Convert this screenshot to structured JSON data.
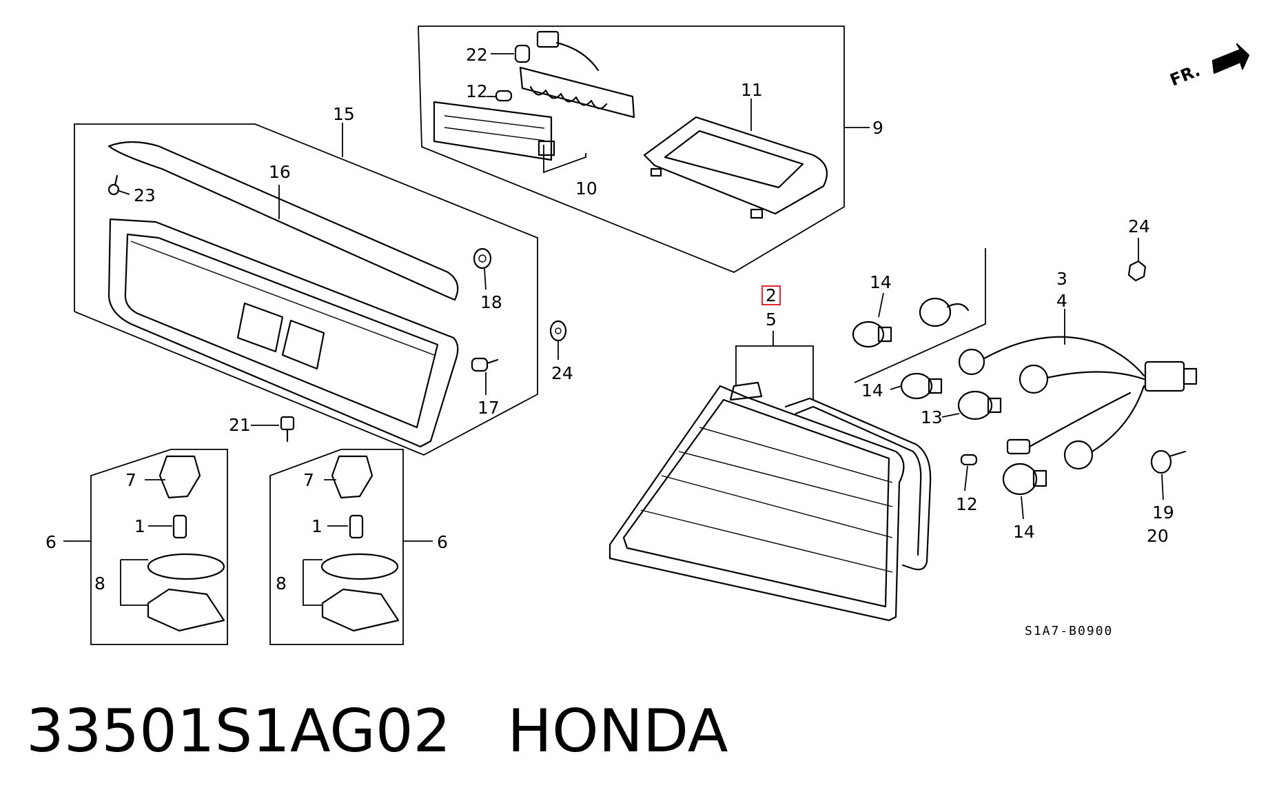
{
  "caption": {
    "part_number": "33501S1AG02",
    "brand": "HONDA"
  },
  "diagram_code": "S1A7-B0900",
  "direction_label": "FR.",
  "highlight_color": "#e0282e",
  "callouts": {
    "c1a": "1",
    "c1b": "1",
    "c2": "2",
    "c3": "3",
    "c4": "4",
    "c5": "5",
    "c6a": "6",
    "c6b": "6",
    "c7a": "7",
    "c7b": "7",
    "c8a": "8",
    "c8b": "8",
    "c9": "9",
    "c10": "10",
    "c11": "11",
    "c12a": "12",
    "c12b": "12",
    "c13": "13",
    "c14a": "14",
    "c14b": "14",
    "c14c": "14",
    "c15": "15",
    "c16": "16",
    "c17": "17",
    "c18": "18",
    "c19": "19",
    "c20": "20",
    "c21": "21",
    "c22": "22",
    "c23": "23",
    "c24a": "24",
    "c24b": "24"
  }
}
